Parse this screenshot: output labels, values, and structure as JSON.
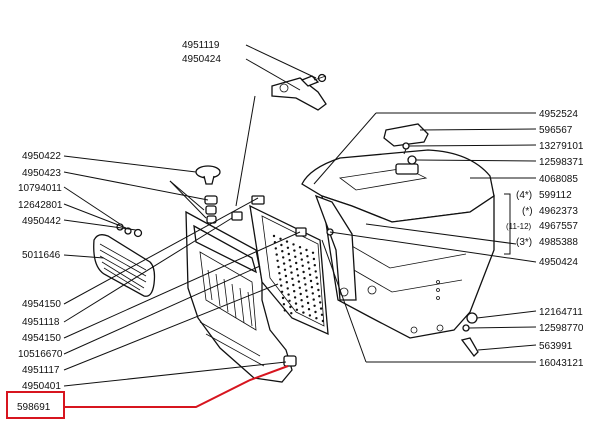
{
  "labels": {
    "l_4951119": "4951119",
    "l_4950424_top": "4950424",
    "l_4950422": "4950422",
    "l_4950423": "4950423",
    "l_10794011": "10794011",
    "l_12642801": "12642801",
    "l_4950442": "4950442",
    "l_5011646": "5011646",
    "l_4954150_a": "4954150",
    "l_4951118": "4951118",
    "l_4954150_b": "4954150",
    "l_10516670": "10516670",
    "l_4951117": "4951117",
    "l_4950401": "4950401",
    "l_598691": "598691",
    "r_4952524": "4952524",
    "r_596567": "596567",
    "r_13279101": "13279101",
    "r_12598371": "12598371",
    "r_4068085": "4068085",
    "r_599112": "599112",
    "r_4962373": "4962373",
    "r_4967557": "4967557",
    "r_4985388": "4985388",
    "r_4950424": "4950424",
    "r_12164711": "12164711",
    "r_12598770": "12598770",
    "r_563991": "563991",
    "r_16043121": "16043121",
    "m_4star": "(4*)",
    "m_star": "(*)",
    "m_1112": "(11-12)",
    "m_3star": "(3*)"
  },
  "highlight": {
    "color": "#d7151f",
    "part": "598691"
  }
}
